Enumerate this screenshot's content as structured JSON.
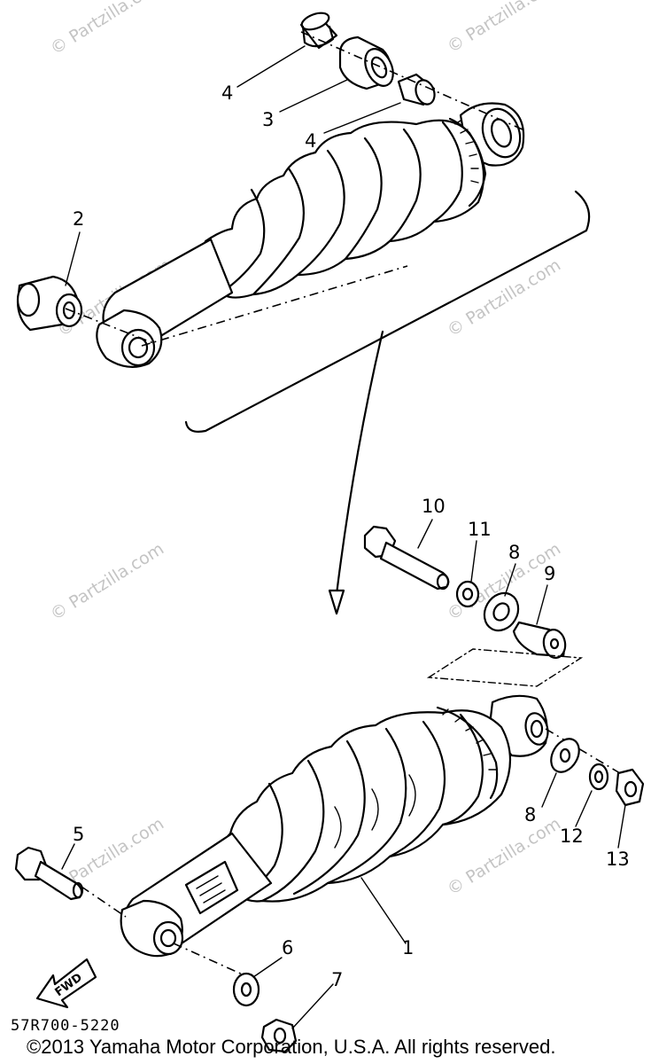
{
  "watermark_text": "© Partzilla.com",
  "callouts": {
    "top_4a": "4",
    "top_3": "3",
    "top_4b": "4",
    "top_2": "2",
    "bolt_10": "10",
    "washer_11": "11",
    "bearing_8_top": "8",
    "collar_9": "9",
    "shock_1": "1",
    "washer_8_bottom": "8",
    "washer_12": "12",
    "nut_13": "13",
    "bolt_5": "5",
    "washer_6": "6",
    "nut_7": "7"
  },
  "fwd_label": "FWD",
  "diagram_code": "57R700-5220",
  "copyright": "©2013 Yamaha Motor Corporation, U.S.A. All rights reserved."
}
